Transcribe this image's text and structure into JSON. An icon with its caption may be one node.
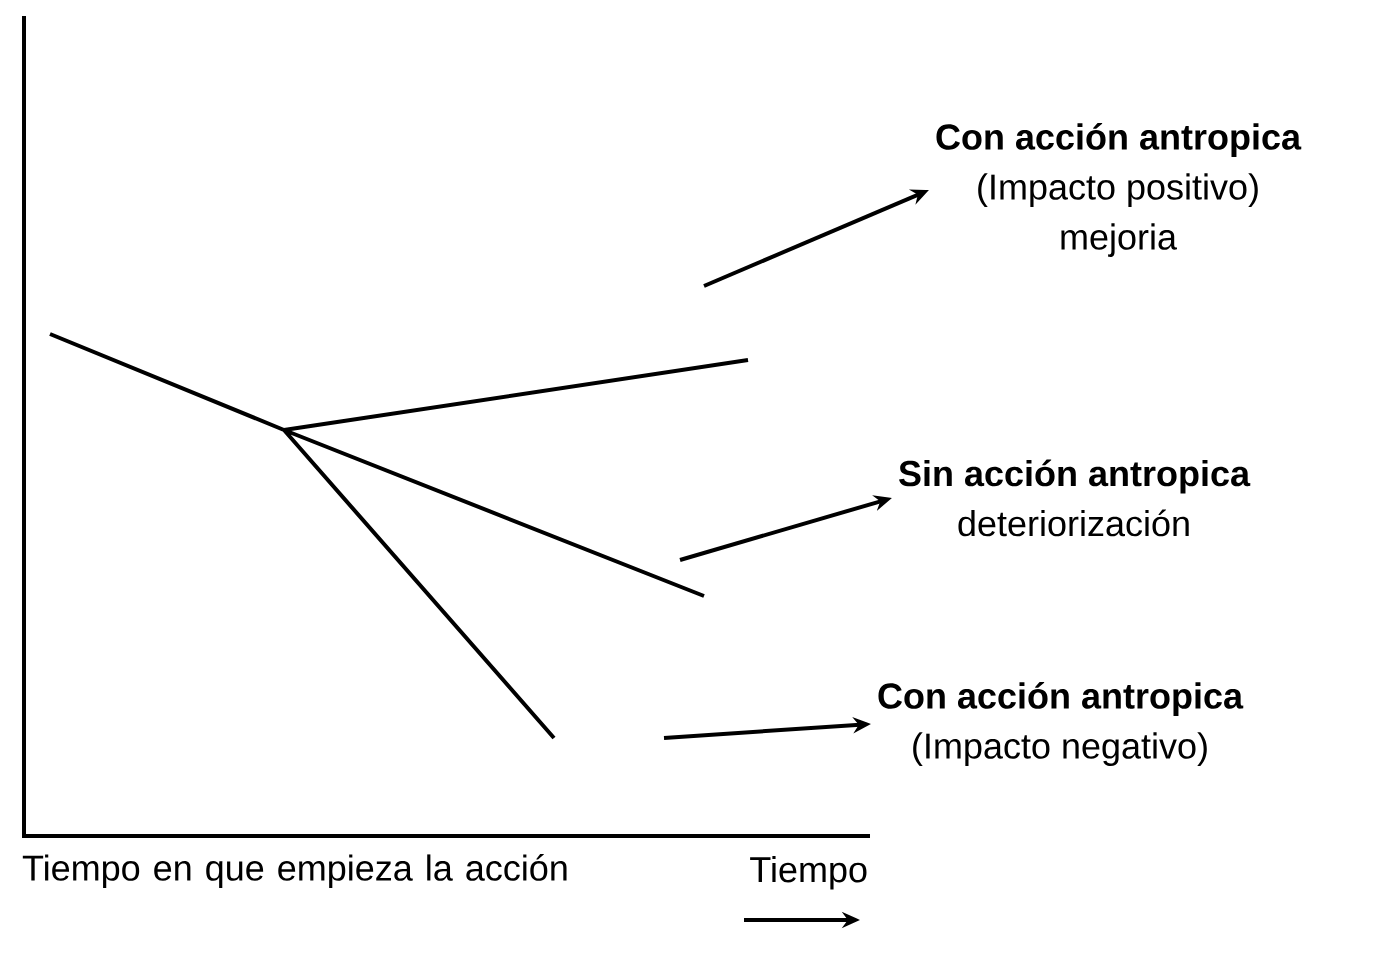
{
  "diagram": {
    "nodes": [
      {
        "text": [
          "Con acción antropica",
          "(Impacto positivo)",
          "mejoria"
        ]
      },
      {
        "text": [
          "Sin acción antropica",
          "deteriorización"
        ]
      },
      {
        "text": [
          "Con acción antropica",
          "(Impacto negativo)"
        ]
      }
    ],
    "edges": [
      {
        "from": null,
        "to": 0,
        "arrow": "to"
      },
      {
        "from": null,
        "to": 1,
        "arrow": "to"
      },
      {
        "from": null,
        "to": 2,
        "arrow": "to"
      }
    ],
    "labels": [
      "Tiempo en que empieza la acción",
      "Tiempo"
    ]
  }
}
